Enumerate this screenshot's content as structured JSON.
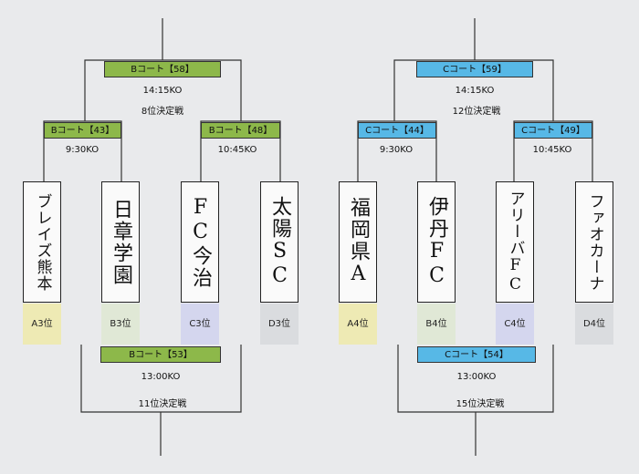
{
  "left": {
    "top_match": {
      "court": "Bコート【58】",
      "time": "14:15KO",
      "title": "8位決定戦"
    },
    "semi_left": {
      "court": "Bコート【43】",
      "time": "9:30KO"
    },
    "semi_right": {
      "court": "Bコート【48】",
      "time": "10:45KO"
    },
    "bottom_match": {
      "court": "Bコート【53】",
      "time": "13:00KO",
      "title": "11位決定戦"
    },
    "teams": [
      {
        "name": "ブレイズ熊本",
        "rank": "A3位"
      },
      {
        "name": "日章学園",
        "rank": "B3位"
      },
      {
        "name": "FC今治",
        "rank": "C3位"
      },
      {
        "name": "太陽SC",
        "rank": "D3位"
      }
    ]
  },
  "right": {
    "top_match": {
      "court": "Cコート【59】",
      "time": "14:15KO",
      "title": "12位決定戦"
    },
    "semi_left": {
      "court": "Cコート【44】",
      "time": "9:30KO"
    },
    "semi_right": {
      "court": "Cコート【49】",
      "time": "10:45KO"
    },
    "bottom_match": {
      "court": "Cコート【54】",
      "time": "13:00KO",
      "title": "15位決定戦"
    },
    "teams": [
      {
        "name": "福岡県A",
        "rank": "A4位"
      },
      {
        "name": "伊丹FC",
        "rank": "B4位"
      },
      {
        "name": "アリーバFC",
        "rank": "C4位"
      },
      {
        "name": "ファオカーナ",
        "rank": "D4位"
      }
    ]
  },
  "colors": {
    "b_court": "#8db84a",
    "c_court": "#57b8e6",
    "line": "#333333"
  }
}
